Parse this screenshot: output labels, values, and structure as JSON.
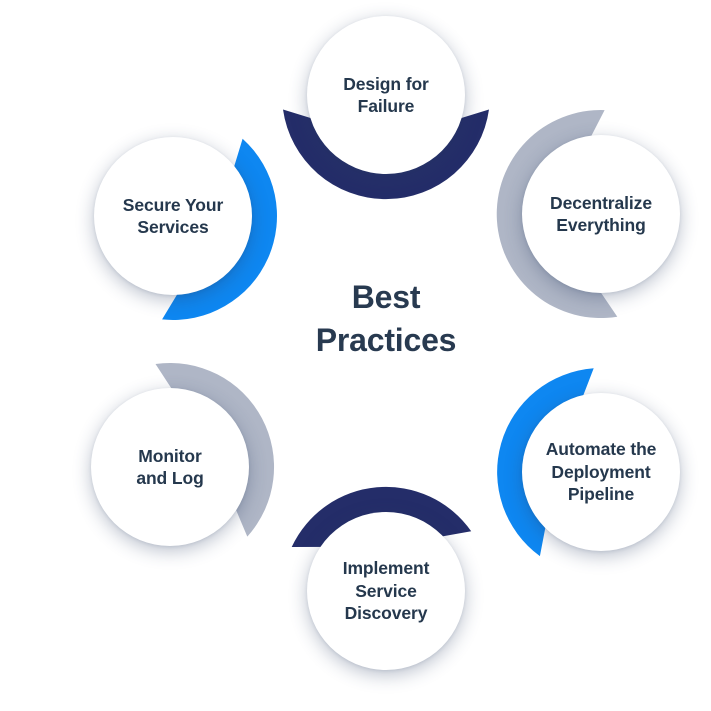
{
  "title": {
    "text": "Best\nPractices"
  },
  "palette": {
    "navy": "#242d69",
    "gray": "#afb6c6",
    "blue": "#0e87f1",
    "label_text": "#25384d",
    "title_text": "#283a50",
    "circle_fill": "#ffffff",
    "background": "#ffffff"
  },
  "nodes": [
    {
      "position": "top",
      "label": "Design for\nFailure",
      "color": "#242d69",
      "color_name": "navy"
    },
    {
      "position": "top-right",
      "label": "Decentralize\nEverything",
      "color": "#afb6c6",
      "color_name": "gray"
    },
    {
      "position": "bottom-right",
      "label": "Automate the\nDeployment\nPipeline",
      "color": "#0e87f1",
      "color_name": "blue"
    },
    {
      "position": "bottom",
      "label": "Implement\nService\nDiscovery",
      "color": "#242d69",
      "color_name": "navy"
    },
    {
      "position": "bottom-left",
      "label": "Monitor\nand Log",
      "color": "#afb6c6",
      "color_name": "gray"
    },
    {
      "position": "top-left",
      "label": "Secure Your\nServices",
      "color": "#0e87f1",
      "color_name": "blue"
    }
  ]
}
